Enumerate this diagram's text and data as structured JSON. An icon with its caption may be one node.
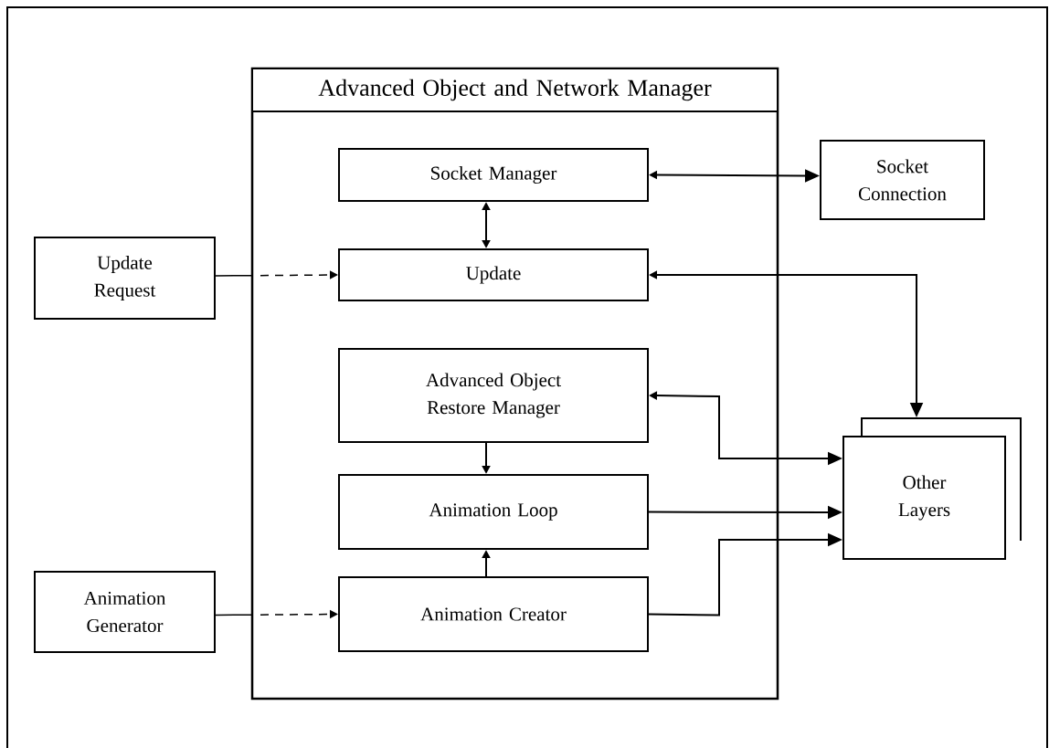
{
  "diagram": {
    "nodes": [
      {
        "text": [
          "Advanced Object and Network Manager"
        ]
      },
      {
        "text": [
          "Socket Manager"
        ],
        "in": 0
      },
      {
        "text": [
          "Update"
        ],
        "in": 0
      },
      {
        "text": [
          "Advanced Object Restore Manager"
        ],
        "in": 0
      },
      {
        "text": [
          "Animation Loop"
        ],
        "in": 0
      },
      {
        "text": [
          "Animation Creator"
        ],
        "in": 0
      },
      {
        "text": [
          "Socket Connection"
        ]
      },
      {
        "text": [
          "Update Request"
        ]
      },
      {
        "text": [
          "Animation Generator"
        ]
      },
      {
        "text": [
          "Other Layers"
        ]
      }
    ],
    "edges": [
      {
        "from": 1,
        "to": 6,
        "arrow": "both"
      },
      {
        "from": 1,
        "to": 2,
        "arrow": "both"
      },
      {
        "from": 7,
        "to": 2,
        "arrow": "to",
        "style": "dashed"
      },
      {
        "from": 2,
        "to": 9,
        "arrow": "both"
      },
      {
        "from": 3,
        "to": 9,
        "arrow": "both"
      },
      {
        "from": 3,
        "to": 4,
        "arrow": "to"
      },
      {
        "from": 4,
        "to": 9,
        "arrow": "to"
      },
      {
        "from": 5,
        "to": 4,
        "arrow": "to"
      },
      {
        "from": 5,
        "to": 9,
        "arrow": "to"
      },
      {
        "from": 8,
        "to": 5,
        "arrow": "to",
        "style": "dashed"
      }
    ]
  }
}
